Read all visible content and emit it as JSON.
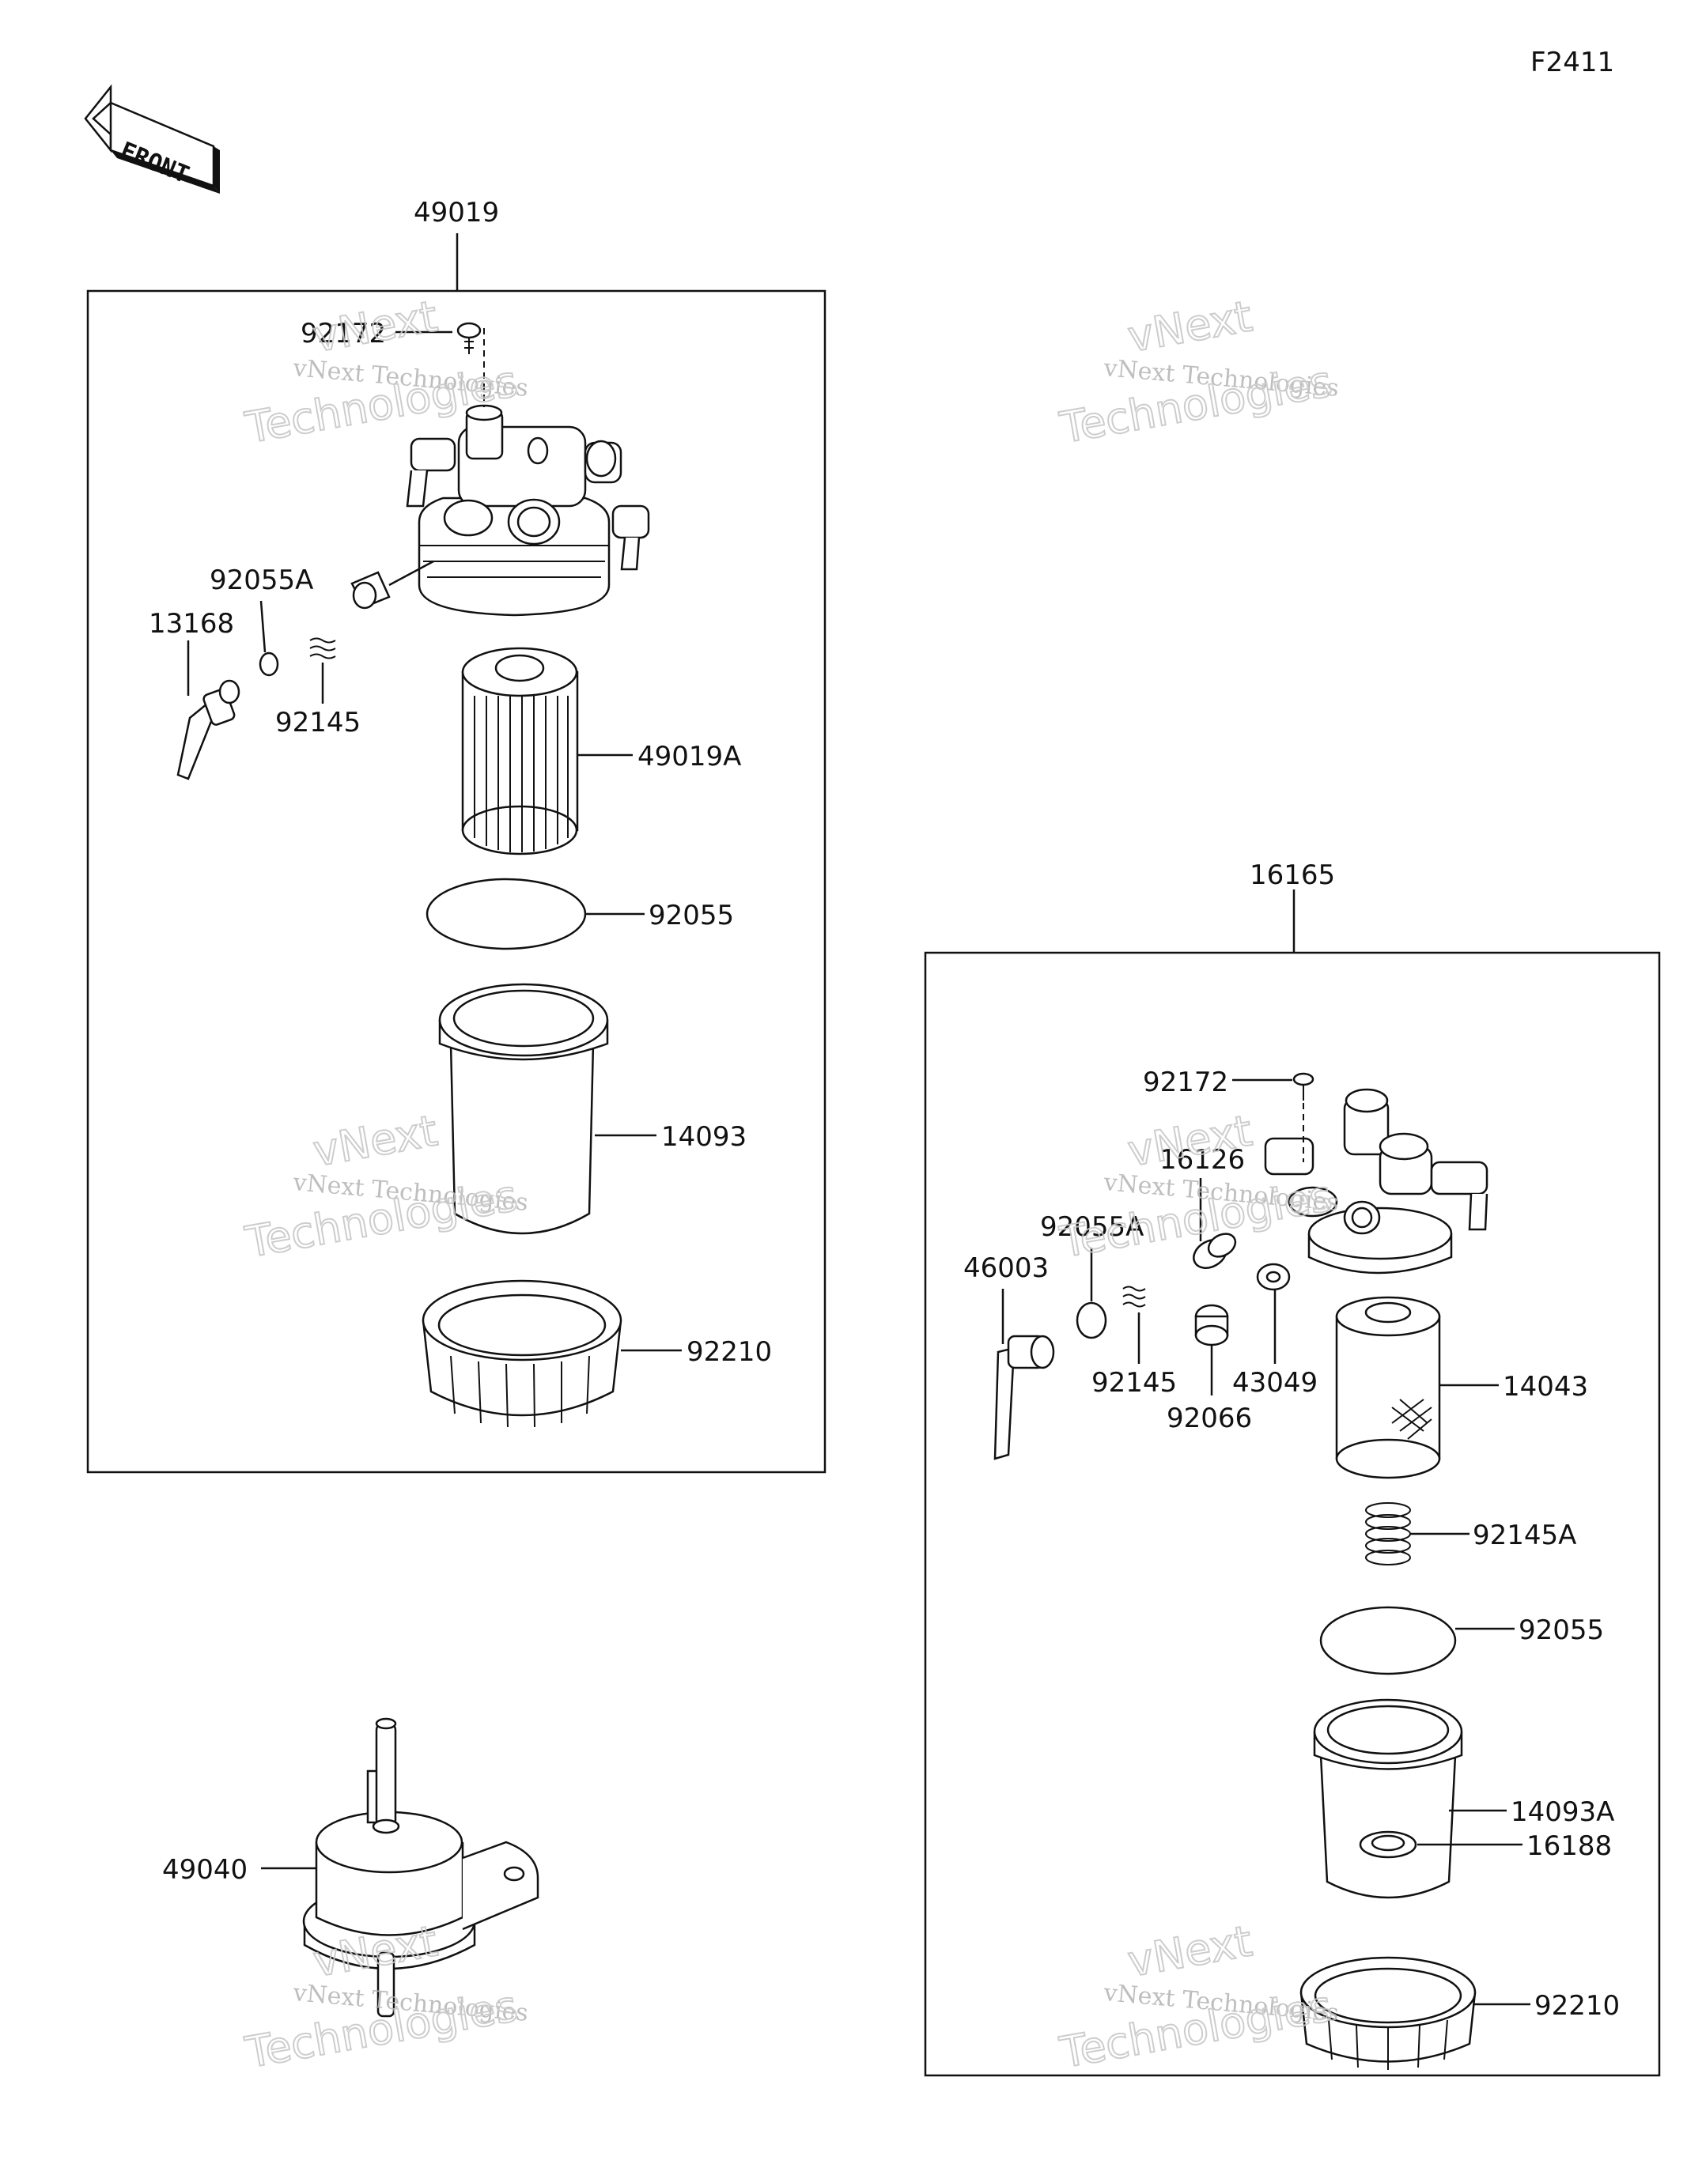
{
  "diagram_code": "F2411",
  "front_label": "FRONT",
  "watermark": {
    "line1": "vNext Technologies",
    "line2": "Technologies",
    "line3": "vNext"
  },
  "assembly_left": {
    "main": "49019",
    "parts": [
      "92172",
      "92055A",
      "13168",
      "92145",
      "49019A",
      "92055",
      "14093",
      "92210"
    ]
  },
  "assembly_right": {
    "main": "16165",
    "parts": [
      "92172",
      "16126",
      "92055A",
      "46003",
      "92145",
      "92066",
      "43049",
      "14043",
      "92145A",
      "92055",
      "14093A",
      "16188",
      "92210"
    ]
  },
  "standalone_part": "49040"
}
